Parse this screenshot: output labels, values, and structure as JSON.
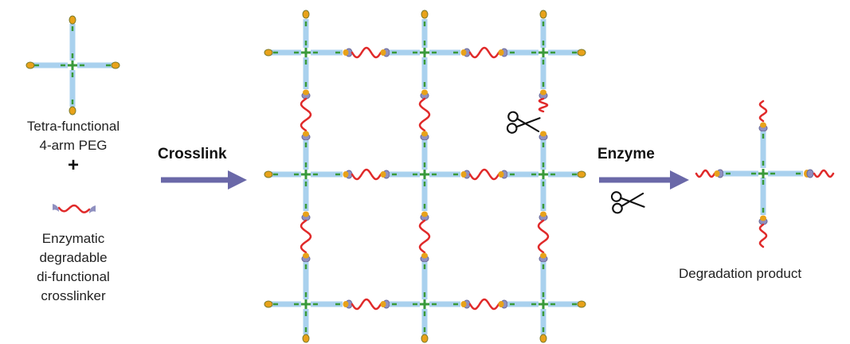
{
  "labels": {
    "monomer_line1": "Tetra-functional",
    "monomer_line2": "4-arm PEG",
    "plus": "+",
    "linker_line1": "Enzymatic",
    "linker_line2": "degradable",
    "linker_line3": "di-functional",
    "linker_line4": "crosslinker",
    "crosslink_arrow": "Crosslink",
    "enzyme_arrow": "Enzyme",
    "product": "Degradation product"
  },
  "colors": {
    "arm": "#a9d1ee",
    "center": "#3a9a3a",
    "end": "#e8a21a",
    "linker": "#e02a2a",
    "cap": "#8f90c0",
    "arrow": "#6a68a8",
    "scissors": "#111111"
  },
  "icons": [
    "scissors-icon"
  ]
}
